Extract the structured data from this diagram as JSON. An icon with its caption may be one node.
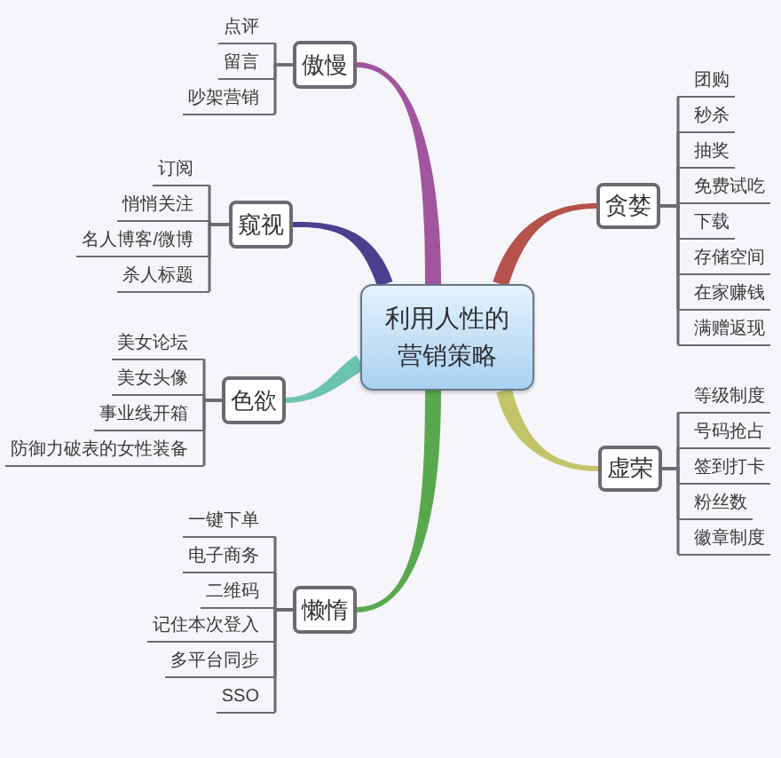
{
  "diagram": {
    "nodes": [
      {
        "text": [
          "利用人性的营销策略"
        ]
      },
      {
        "text": [
          "傲慢"
        ]
      },
      {
        "text": [
          "点评"
        ]
      },
      {
        "text": [
          "留言"
        ]
      },
      {
        "text": [
          "吵架营销"
        ]
      },
      {
        "text": [
          "窥视"
        ]
      },
      {
        "text": [
          "订阅"
        ]
      },
      {
        "text": [
          "悄悄关注"
        ]
      },
      {
        "text": [
          "名人博客/微博"
        ]
      },
      {
        "text": [
          "杀人标题"
        ]
      },
      {
        "text": [
          "色欲"
        ]
      },
      {
        "text": [
          "美女论坛"
        ]
      },
      {
        "text": [
          "美女头像"
        ]
      },
      {
        "text": [
          "事业线开箱"
        ]
      },
      {
        "text": [
          "防御力破表的女性装备"
        ]
      },
      {
        "text": [
          "懒惰"
        ]
      },
      {
        "text": [
          "一键下单"
        ]
      },
      {
        "text": [
          "电子商务"
        ]
      },
      {
        "text": [
          "二维码"
        ]
      },
      {
        "text": [
          "记住本次登入"
        ]
      },
      {
        "text": [
          "多平台同步"
        ]
      },
      {
        "text": [
          "SSO"
        ]
      },
      {
        "text": [
          "贪婪"
        ]
      },
      {
        "text": [
          "团购"
        ]
      },
      {
        "text": [
          "秒杀"
        ]
      },
      {
        "text": [
          "抽奖"
        ]
      },
      {
        "text": [
          "免费试吃"
        ]
      },
      {
        "text": [
          "下载"
        ]
      },
      {
        "text": [
          "存储空间"
        ]
      },
      {
        "text": [
          "在家赚钱"
        ]
      },
      {
        "text": [
          "满赠返现"
        ]
      },
      {
        "text": [
          "虚荣"
        ]
      },
      {
        "text": [
          "等级制度"
        ]
      },
      {
        "text": [
          "号码抢占"
        ]
      },
      {
        "text": [
          "签到打卡"
        ]
      },
      {
        "text": [
          "粉丝数"
        ]
      },
      {
        "text": [
          "徽章制度"
        ]
      }
    ],
    "edges": [
      {
        "from": 0,
        "to": 1,
        "arrow": "none",
        "style": "thick",
        "color": "#a0559e"
      },
      {
        "from": 1,
        "to": 2,
        "arrow": "none"
      },
      {
        "from": 1,
        "to": 3,
        "arrow": "none"
      },
      {
        "from": 1,
        "to": 4,
        "arrow": "none"
      },
      {
        "from": 0,
        "to": 5,
        "arrow": "none",
        "style": "thick",
        "color": "#4b3f8f"
      },
      {
        "from": 5,
        "to": 6,
        "arrow": "none"
      },
      {
        "from": 5,
        "to": 7,
        "arrow": "none"
      },
      {
        "from": 5,
        "to": 8,
        "arrow": "none"
      },
      {
        "from": 5,
        "to": 9,
        "arrow": "none"
      },
      {
        "from": 0,
        "to": 10,
        "arrow": "none",
        "style": "thick",
        "color": "#6cc3b0"
      },
      {
        "from": 10,
        "to": 11,
        "arrow": "none"
      },
      {
        "from": 10,
        "to": 12,
        "arrow": "none"
      },
      {
        "from": 10,
        "to": 13,
        "arrow": "none"
      },
      {
        "from": 10,
        "to": 14,
        "arrow": "none"
      },
      {
        "from": 0,
        "to": 15,
        "arrow": "none",
        "style": "thick",
        "color": "#5aa84e"
      },
      {
        "from": 15,
        "to": 16,
        "arrow": "none"
      },
      {
        "from": 15,
        "to": 17,
        "arrow": "none"
      },
      {
        "from": 15,
        "to": 18,
        "arrow": "none"
      },
      {
        "from": 15,
        "to": 19,
        "arrow": "none"
      },
      {
        "from": 15,
        "to": 20,
        "arrow": "none"
      },
      {
        "from": 15,
        "to": 21,
        "arrow": "none"
      },
      {
        "from": 0,
        "to": 22,
        "arrow": "none",
        "style": "thick",
        "color": "#b5524b"
      },
      {
        "from": 22,
        "to": 23,
        "arrow": "none"
      },
      {
        "from": 22,
        "to": 24,
        "arrow": "none"
      },
      {
        "from": 22,
        "to": 25,
        "arrow": "none"
      },
      {
        "from": 22,
        "to": 26,
        "arrow": "none"
      },
      {
        "from": 22,
        "to": 27,
        "arrow": "none"
      },
      {
        "from": 22,
        "to": 28,
        "arrow": "none"
      },
      {
        "from": 22,
        "to": 29,
        "arrow": "none"
      },
      {
        "from": 22,
        "to": 30,
        "arrow": "none"
      },
      {
        "from": 0,
        "to": 31,
        "arrow": "none",
        "style": "thick",
        "color": "#c2c46a"
      },
      {
        "from": 31,
        "to": 32,
        "arrow": "none"
      },
      {
        "from": 31,
        "to": 33,
        "arrow": "none"
      },
      {
        "from": 31,
        "to": 34,
        "arrow": "none"
      },
      {
        "from": 31,
        "to": 35,
        "arrow": "none"
      },
      {
        "from": 31,
        "to": 36,
        "arrow": "none"
      }
    ]
  }
}
